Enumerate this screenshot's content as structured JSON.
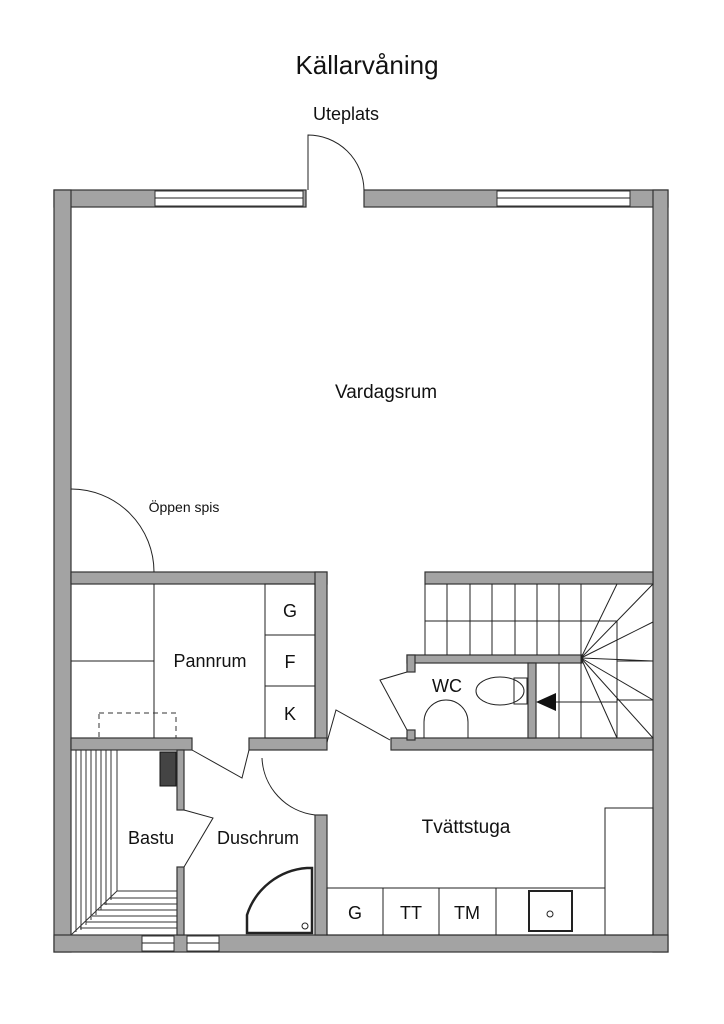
{
  "title": "Källarvåning",
  "entrance_label": "Uteplats",
  "rooms": {
    "living": "Vardagsrum",
    "fireplace": "Öppen spis",
    "boiler": "Pannrum",
    "sauna": "Bastu",
    "shower": "Duschrum",
    "wc": "WC",
    "laundry": "Tvättstuga"
  },
  "boiler_units": [
    "G",
    "F",
    "K"
  ],
  "laundry_units": [
    "G",
    "TT",
    "TM"
  ],
  "colors": {
    "wall": "#a3a3a3",
    "line": "#222222"
  }
}
